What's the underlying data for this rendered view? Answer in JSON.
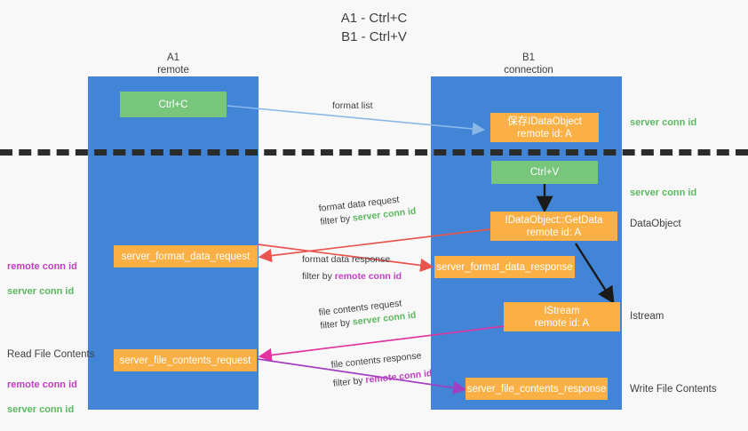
{
  "title": "A1 - Ctrl+C\nB1 - Ctrl+V",
  "colors": {
    "lane": "#4285d6",
    "green_box": "#78c57c",
    "orange_box": "#fbb046",
    "green_text": "#5cb85f",
    "purple_text": "#c13fc1",
    "arrow_blue": "#8ab9e8",
    "arrow_red": "#e8554d",
    "arrow_black": "#1a1a1a",
    "arrow_magenta": "#e0339e",
    "arrow_purple": "#a33fc1",
    "background": "#f8f8f8",
    "separator": "#2b2b2b"
  },
  "lanes": [
    {
      "name": "A1",
      "sub": "remote"
    },
    {
      "name": "B1",
      "sub": "connection"
    }
  ],
  "boxes": [
    {
      "id": "ctrl-c",
      "kind": "green",
      "label": "Ctrl+C"
    },
    {
      "id": "save-idataobject",
      "kind": "orange",
      "label": "保存IDataObject\nremote id: A"
    },
    {
      "id": "ctrl-v",
      "kind": "green",
      "label": "Ctrl+V"
    },
    {
      "id": "idataobject-getdata",
      "kind": "orange",
      "label": "IDataObject::GetData\nremote id: A"
    },
    {
      "id": "server-format-data-request",
      "kind": "orange",
      "label": "server_format_data_request"
    },
    {
      "id": "server-format-data-response",
      "kind": "orange",
      "label": "server_format_data_response"
    },
    {
      "id": "istream",
      "kind": "orange",
      "label": "IStream\nremote id: A"
    },
    {
      "id": "server-file-contents-request",
      "kind": "orange",
      "label": "server_file_contents_request"
    },
    {
      "id": "server-file-contents-response",
      "kind": "orange",
      "label": "server_file_contents_response"
    }
  ],
  "right_annotations": [
    {
      "id": "server-conn-id-1",
      "text": "server conn id",
      "style": "green"
    },
    {
      "id": "server-conn-id-2",
      "text": "server conn id",
      "style": "green"
    },
    {
      "id": "dataobject",
      "text": "DataObject",
      "style": "plain"
    },
    {
      "id": "istream-label",
      "text": "Istream",
      "style": "plain"
    },
    {
      "id": "write-file-contents",
      "text": "Write File Contents",
      "style": "plain"
    }
  ],
  "left_annotations": [
    {
      "id": "conn-ids-1",
      "remote": "remote conn id",
      "server": "server conn id"
    },
    {
      "id": "read-file-contents",
      "heading": "Read File Contents",
      "remote": "remote conn id",
      "server": "server conn id"
    }
  ],
  "mid_labels": [
    {
      "id": "format-list",
      "line1_plain": "format list",
      "filter_prefix": "",
      "filter_value": "",
      "filter_style": ""
    },
    {
      "id": "format-data-request",
      "line1_plain": "format data request",
      "filter_prefix": "filter by ",
      "filter_value": "server conn id",
      "filter_style": "green"
    },
    {
      "id": "format-data-response",
      "line1_plain": "format data response",
      "filter_prefix": "filter by ",
      "filter_value": "remote conn id",
      "filter_style": "purple"
    },
    {
      "id": "file-contents-request",
      "line1_plain": "file contents request",
      "filter_prefix": "filter by ",
      "filter_value": "server conn id",
      "filter_style": "green"
    },
    {
      "id": "file-contents-response",
      "line1_plain": "file contents response",
      "filter_prefix": "filter by ",
      "filter_value": "remote conn id",
      "filter_style": "purple"
    }
  ]
}
